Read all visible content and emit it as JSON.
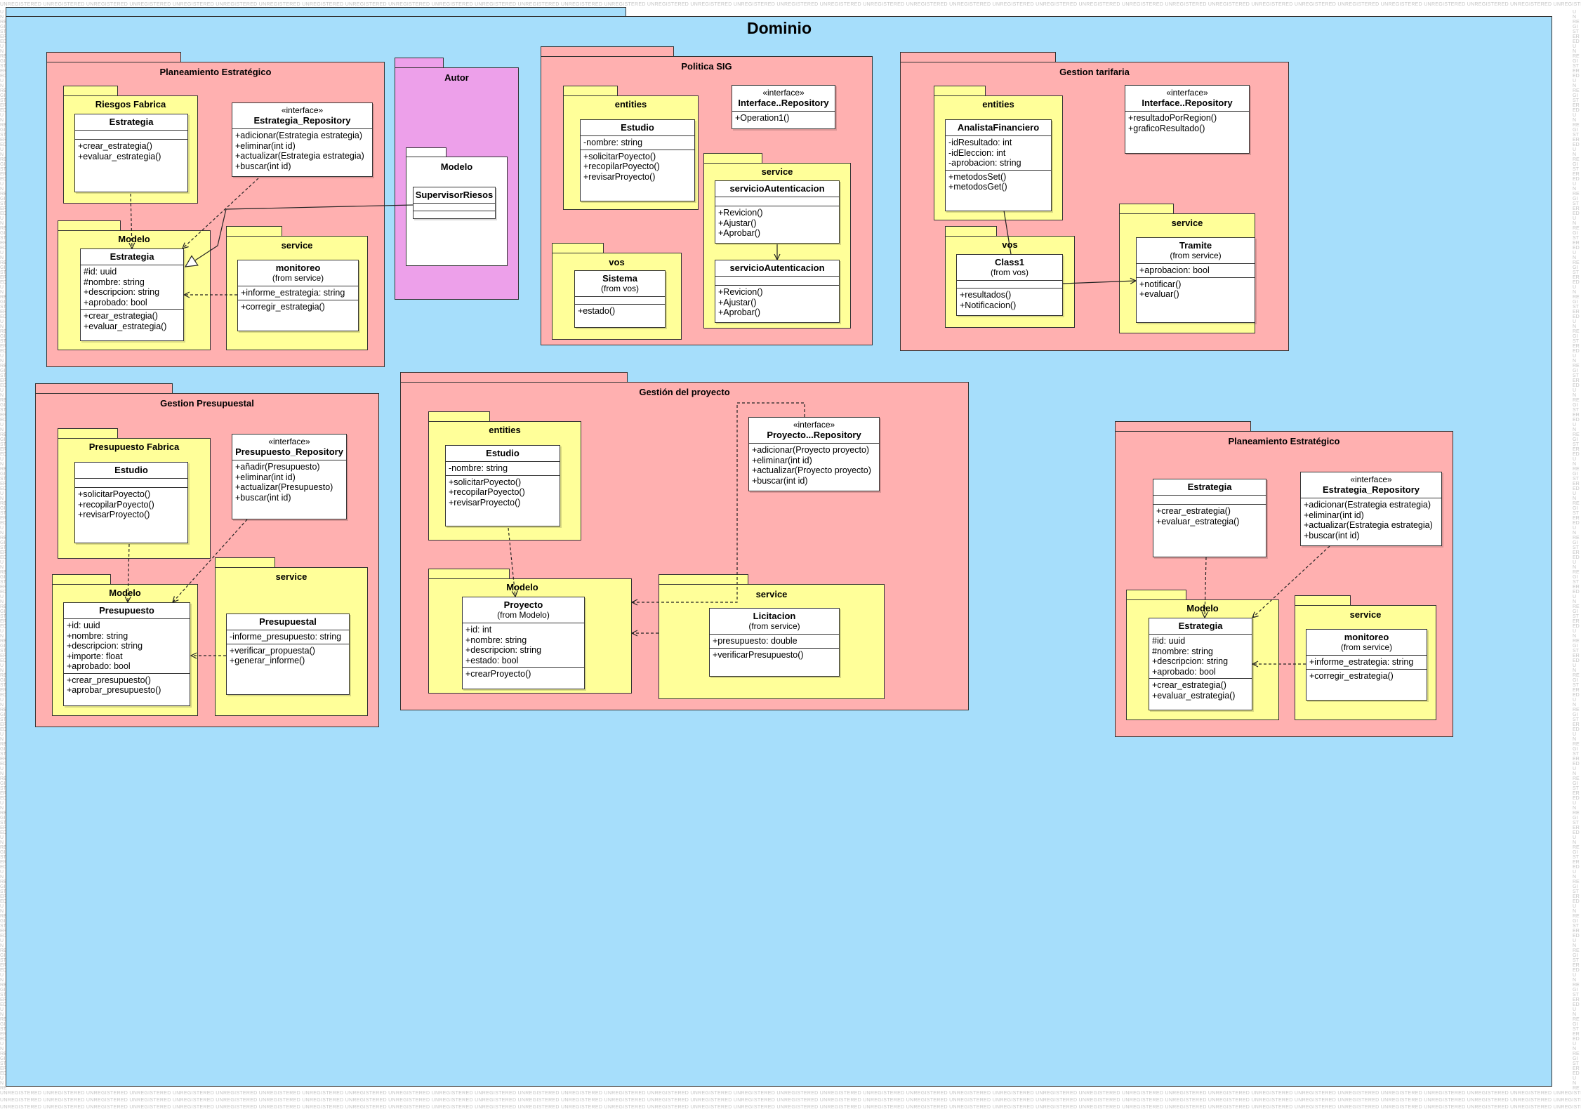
{
  "watermark": "UNREGISTERED",
  "title": "Dominio",
  "packages": {
    "planeamiento_top": {
      "title": "Planeamiento Estratégico",
      "riesgos": {
        "title": "Riesgos Fabrica",
        "estrategia": {
          "name": "Estrategia",
          "operations": [
            "+crear_estrategia()",
            "+evaluar_estrategia()"
          ]
        }
      },
      "repository": {
        "stereotype": "«interface»",
        "name": "Estrategia_Repository",
        "operations": [
          "+adicionar(Estrategia estrategia)",
          "+eliminar(int id)",
          "+actualizar(Estrategia estrategia)",
          "+buscar(int id)"
        ]
      },
      "modelo": {
        "title": "Modelo",
        "estrategia": {
          "name": "Estrategia",
          "attributes": [
            "#id: uuid",
            "#nombre: string",
            "+descripcion: string",
            "+aprobado: bool"
          ],
          "operations": [
            "+crear_estrategia()",
            "+evaluar_estrategia()"
          ]
        }
      },
      "service": {
        "title": "service",
        "monitoreo": {
          "name": "monitoreo",
          "from": "(from service)",
          "attributes": [
            "+informe_estrategia: string"
          ],
          "operations": [
            "+corregir_estrategia()"
          ]
        }
      }
    },
    "autor": {
      "title": "Autor",
      "modelo": {
        "title": "Modelo",
        "supervisor": {
          "name": "SupervisorRiesos"
        }
      }
    },
    "politica_sig": {
      "title": "Politica SIG",
      "entities": {
        "title": "entities",
        "estudio": {
          "name": "Estudio",
          "attributes": [
            "-nombre: string"
          ],
          "operations": [
            "+solicitarPoyecto()",
            "+recopilarPoyecto()",
            "+revisarProyecto()"
          ]
        }
      },
      "repository": {
        "stereotype": "«interface»",
        "name": "Interface..Repository",
        "operations": [
          "+Operation1()"
        ]
      },
      "vos": {
        "title": "vos",
        "sistema": {
          "name": "Sistema",
          "from": "(from vos)",
          "operations": [
            "+estado()"
          ]
        }
      },
      "service": {
        "title": "service",
        "auth1": {
          "name": "servicioAutenticacion",
          "operations": [
            "+Revicion()",
            "+Ajustar()",
            "+Aprobar()"
          ]
        },
        "auth2": {
          "name": "servicioAutenticacion",
          "operations": [
            "+Revicion()",
            "+Ajustar()",
            "+Aprobar()"
          ]
        }
      }
    },
    "gestion_tarifaria": {
      "title": "Gestion tarifaria",
      "entities": {
        "title": "entities",
        "analista": {
          "name": "AnalistaFinanciero",
          "attributes": [
            "-idResultado: int",
            "-idEleccion: int",
            "-aprobacion: string"
          ],
          "operations": [
            "+metodosSet()",
            "+metodosGet()"
          ]
        }
      },
      "repository": {
        "stereotype": "«interface»",
        "name": "Interface..Repository",
        "operations": [
          "+resultadoPorRegion()",
          "+graficoResultado()"
        ]
      },
      "vos": {
        "title": "vos",
        "class1": {
          "name": "Class1",
          "from": "(from vos)",
          "operations": [
            "+resultados()",
            "+Notificacion()"
          ]
        }
      },
      "service": {
        "title": "service",
        "tramite": {
          "name": "Tramite",
          "from": "(from service)",
          "attributes": [
            "+aprobacion: bool"
          ],
          "operations": [
            "+notificar()",
            "+evaluar()"
          ]
        }
      }
    },
    "gestion_presupuestal": {
      "title": "Gestion Presupuestal",
      "fabrica": {
        "title": "Presupuesto Fabrica",
        "estudio": {
          "name": "Estudio",
          "operations": [
            "+solicitarPoyecto()",
            "+recopilarPoyecto()",
            "+revisarProyecto()"
          ]
        }
      },
      "repository": {
        "stereotype": "«interface»",
        "name": "Presupuesto_Repository",
        "operations": [
          "+añadir(Presupuesto)",
          "+eliminar(int id)",
          "+actualizar(Presupuesto)",
          "+buscar(int id)"
        ]
      },
      "modelo": {
        "title": "Modelo",
        "presupuesto": {
          "name": "Presupuesto",
          "attributes": [
            "+id: uuid",
            "+nombre: string",
            "+descripcion: string",
            "+importe: float",
            "+aprobado: bool"
          ],
          "operations": [
            "+crear_presupuesto()",
            "+aprobar_presupuesto()"
          ]
        }
      },
      "service": {
        "title": "service",
        "presupuestal": {
          "name": "Presupuestal",
          "attributes": [
            "-informe_presupuesto: string"
          ],
          "operations": [
            "+verificar_propuesta()",
            "+generar_informe()"
          ]
        }
      }
    },
    "gestion_proyecto": {
      "title": "Gestión del proyecto",
      "entities": {
        "title": "entities",
        "estudio": {
          "name": "Estudio",
          "attributes": [
            "-nombre: string"
          ],
          "operations": [
            "+solicitarPoyecto()",
            "+recopilarPoyecto()",
            "+revisarProyecto()"
          ]
        }
      },
      "repository": {
        "stereotype": "«interface»",
        "name": "Proyecto...Repository",
        "operations": [
          "+adicionar(Proyecto proyecto)",
          "+eliminar(int id)",
          "+actualizar(Proyecto proyecto)",
          "+buscar(int id)"
        ]
      },
      "modelo": {
        "title": "Modelo",
        "proyecto": {
          "name": "Proyecto",
          "from": "(from Modelo)",
          "attributes": [
            "+id: int",
            "+nombre: string",
            "+descripcion: string",
            "+estado: bool"
          ],
          "operations": [
            "+crearProyecto()"
          ]
        }
      },
      "service": {
        "title": "service",
        "licitacion": {
          "name": "Licitacion",
          "from": "(from service)",
          "attributes": [
            "+presupuesto: double"
          ],
          "operations": [
            "+verificarPresupuesto()"
          ]
        }
      }
    },
    "planeamiento_right": {
      "title": "Planeamiento Estratégico",
      "estrategia": {
        "name": "Estrategia",
        "operations": [
          "+crear_estrategia()",
          "+evaluar_estrategia()"
        ]
      },
      "repository": {
        "stereotype": "«interface»",
        "name": "Estrategia_Repository",
        "operations": [
          "+adicionar(Estrategia estrategia)",
          "+eliminar(int id)",
          "+actualizar(Estrategia estrategia)",
          "+buscar(int id)"
        ]
      },
      "modelo": {
        "title": "Modelo",
        "estrategia": {
          "name": "Estrategia",
          "attributes": [
            "#id: uuid",
            "#nombre: string",
            "+descripcion: string",
            "+aprobado: bool"
          ],
          "operations": [
            "+crear_estrategia()",
            "+evaluar_estrategia()"
          ]
        }
      },
      "service": {
        "title": "service",
        "monitoreo": {
          "name": "monitoreo",
          "from": "(from service)",
          "attributes": [
            "+informe_estrategia: string"
          ],
          "operations": [
            "+corregir_estrategia()"
          ]
        }
      }
    }
  }
}
